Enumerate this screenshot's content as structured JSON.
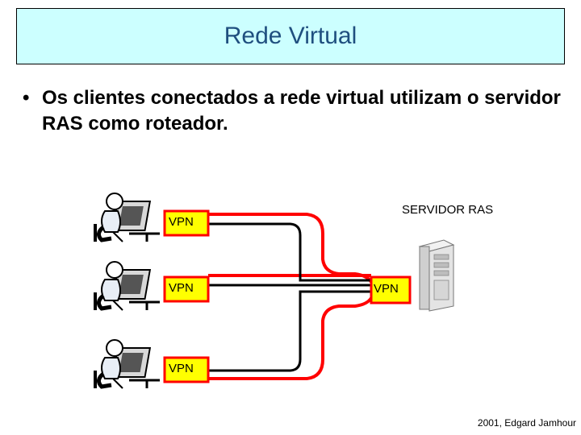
{
  "slide": {
    "title": "Rede Virtual",
    "bullet": "Os clientes conectados a rede virtual utilizam o servidor RAS como roteador.",
    "bullet_marker": "•"
  },
  "diagram": {
    "server_label": "SERVIDOR RAS",
    "clients": [
      {
        "vpn_label": "VPN",
        "icon": "user-at-computer-icon"
      },
      {
        "vpn_label": "VPN",
        "icon": "user-at-computer-icon"
      },
      {
        "vpn_label": "VPN",
        "icon": "user-at-computer-icon"
      }
    ],
    "server_vpn_label": "VPN",
    "server_icon": "server-tower-icon",
    "colors": {
      "vpn_box": "#ffff00",
      "tunnel": "#ff0000",
      "link": "#000000",
      "title_bg": "#ccffff",
      "title_text": "#1f4f7f"
    }
  },
  "footer": {
    "credit": "2001, Edgard Jamhour"
  }
}
